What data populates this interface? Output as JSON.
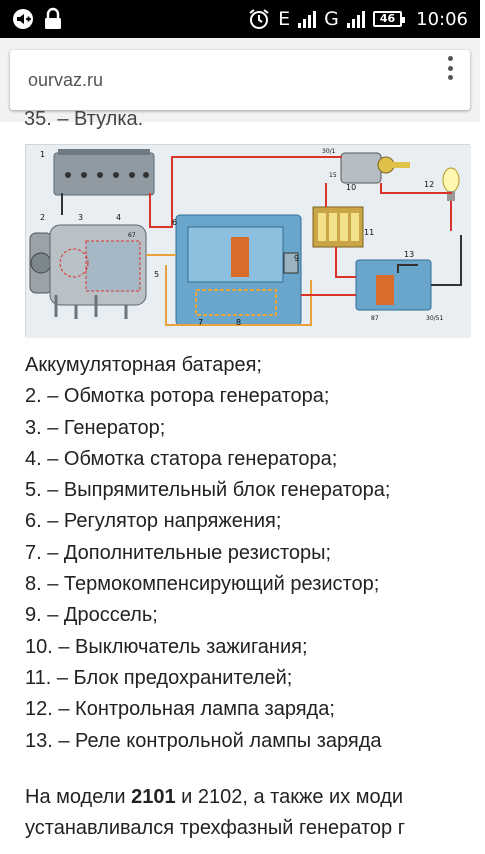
{
  "status_bar": {
    "network_label": "E",
    "network_label_2": "G",
    "battery": "46",
    "time": "10:06"
  },
  "browser": {
    "url": "ourvaz.ru"
  },
  "article": {
    "cut_text": "35. – Втулка.",
    "diagram_labels": [
      "1",
      "2",
      "3",
      "4",
      "5",
      "6",
      "7",
      "8",
      "9",
      "10",
      "11",
      "12",
      "13",
      "30/1",
      "15",
      "67",
      "87",
      "30/51"
    ],
    "legend": [
      "Аккумуляторная батарея;",
      "2. – Обмотка ротора генератора;",
      "3. – Генератор;",
      "4. – Обмотка статора генератора;",
      "5. – Выпрямительный блок генератора;",
      "6. – Регулятор напряжения;",
      "7. – Дополнительные резисторы;",
      "8. – Термокомпенсирующий резистор;",
      "9. – Дроссель;",
      "10. – Выключатель зажигания;",
      "11. – Блок предохранителей;",
      "12. – Контрольная лампа заряда;",
      "13. – Реле контрольной лампы заряда"
    ],
    "para_line1_start": "На модели ",
    "para_model1": "2101",
    "para_line1_mid": " и 2102, а также их моди",
    "para_line2": "устанавливался трехфазный генератор г"
  },
  "colors": {
    "status_bar_bg": "#000000",
    "toolbar_bg": "#f2f2f2",
    "wire_red": "#d9342b",
    "wire_orange": "#e8a33a",
    "component_blue": "#5f9ec2"
  }
}
